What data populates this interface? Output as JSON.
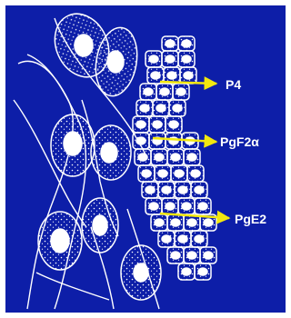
{
  "labels": {
    "p4": "P4",
    "pgf2a": "PgF2α",
    "pge2": "PgE2"
  },
  "colors": {
    "background": "#0d1ea8",
    "outline": "#ffffff",
    "arrow": "#f2e70f"
  }
}
